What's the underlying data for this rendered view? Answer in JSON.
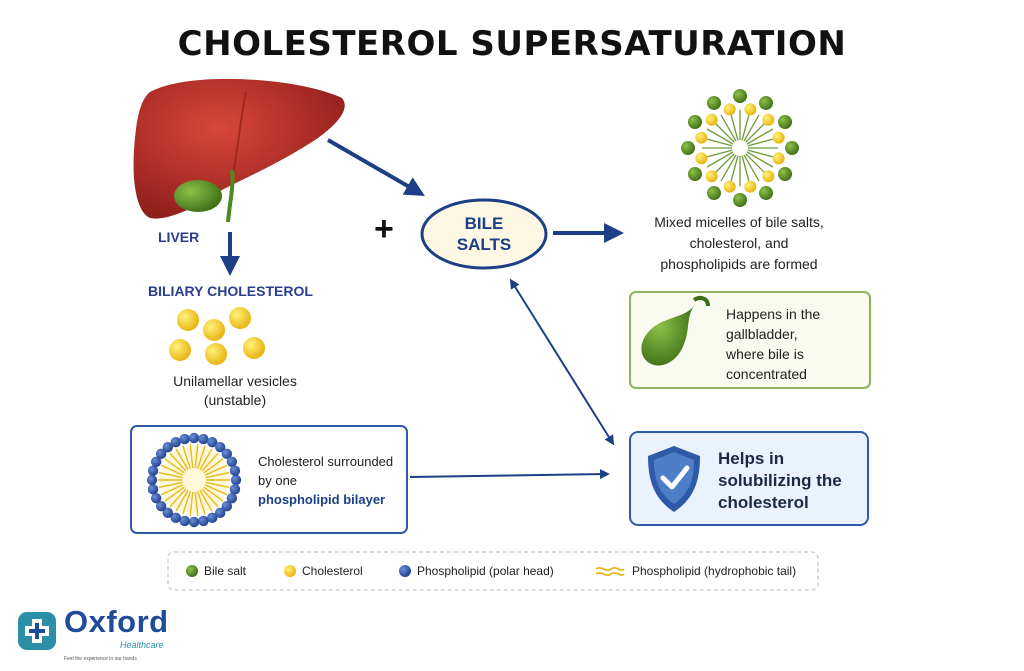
{
  "title": "CHOLESTEROL SUPERSATURATION",
  "liver": {
    "label": "LIVER"
  },
  "biliary": {
    "label": "BILIARY CHOLESTEROL",
    "vesicle_text": "Unilamellar vesicles\n(unstable)"
  },
  "plus": "+",
  "bile_salts": {
    "label": "BILE\nSALTS"
  },
  "micelles": {
    "text": "Mixed micelles of bile salts,\ncholesterol, and\nphospholipids are formed"
  },
  "gallbladder_box": {
    "text": "Happens in the\ngallbladder,\nwhere bile is\nconcentrated"
  },
  "cholesterol_box": {
    "text": "Cholesterol surrounded\nby one",
    "highlight": "phospholipid bilayer"
  },
  "help_box": {
    "text": "Helps in\nsolubilizing the\ncholesterol"
  },
  "legend": [
    {
      "name": "bile-salt",
      "label": "Bile salt",
      "color": "#5f8f2a"
    },
    {
      "name": "cholesterol",
      "label": "Cholesterol",
      "color": "#f2c21e"
    },
    {
      "name": "phospholipid-head",
      "label": "Phospholipid (polar head)",
      "color": "#2f55a8"
    },
    {
      "name": "phospholipid-tail",
      "label": "Phospholipid (hydrophobic tail)",
      "color": "#e6b820"
    }
  ],
  "logo": {
    "name": "Oxford",
    "subtitle": "Healthcare",
    "tagline": "Feel the experience in our hands"
  },
  "colors": {
    "arrow": "#1d3f86",
    "liver": "#b8302a",
    "gallbladder": "#4f8a1f",
    "bile_fill": "#fcf8e3",
    "gb_box_border": "#8fb35a",
    "gb_box_fill": "#f9fbf1",
    "help_box_border": "#2e5aa8",
    "help_box_fill": "#eaf2fd"
  }
}
